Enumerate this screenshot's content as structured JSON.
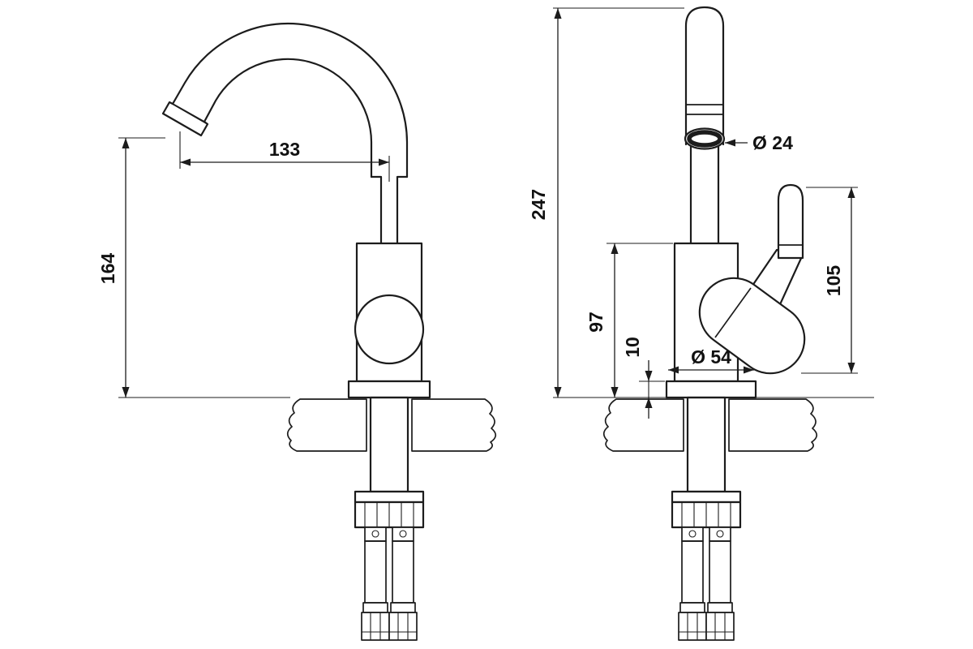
{
  "canvas": {
    "background": "#ffffff",
    "line_color": "#1c1c1c"
  },
  "front_view": {
    "spout_reach": "133",
    "height_to_spout": "164"
  },
  "side_view": {
    "overall_height": "247",
    "height_to_body_top": "97",
    "base_plate_height": "10",
    "spout_outlet_diameter": "Ø 24",
    "base_diameter": "Ø 54",
    "handle_height": "105"
  }
}
